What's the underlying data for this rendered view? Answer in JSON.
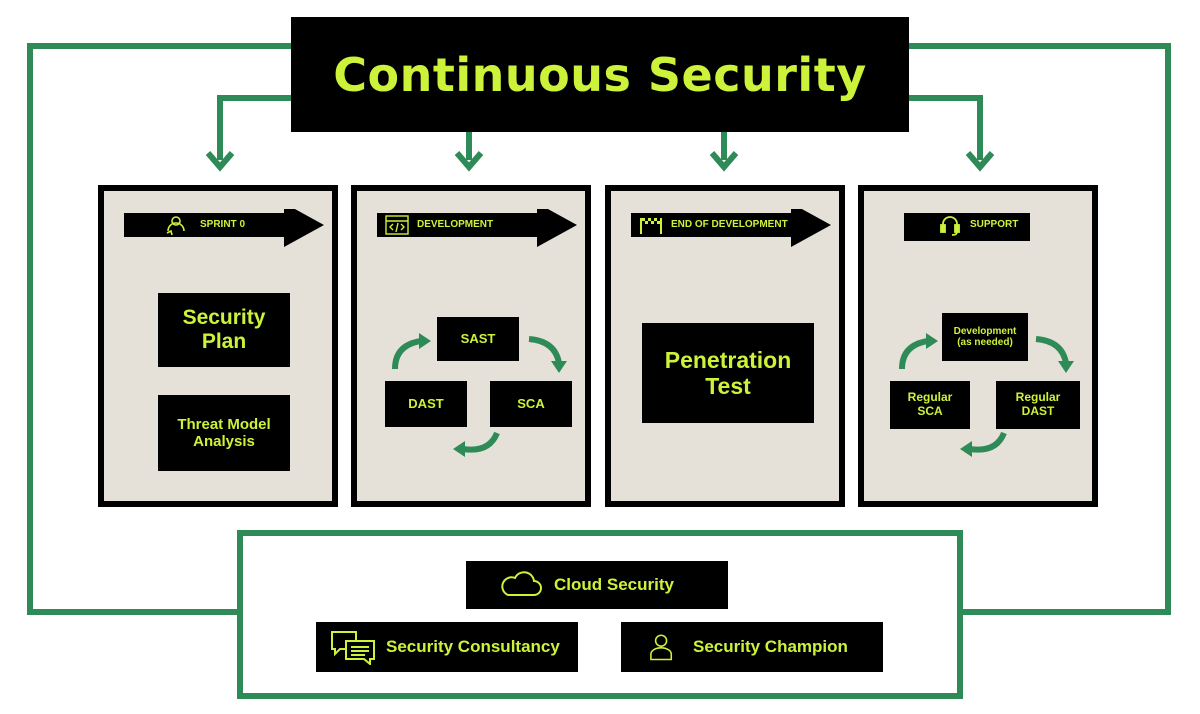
{
  "title": "Continuous Security",
  "colors": {
    "accent": "#cdf23a",
    "frame": "#2e8b57",
    "panel": "#e6e1d8",
    "box": "#000000"
  },
  "phases": [
    {
      "label": "SPRINT 0",
      "icon": "cycle-person-icon",
      "items": [
        "Security Plan",
        "Threat Model Analysis"
      ]
    },
    {
      "label": "DEVELOPMENT",
      "icon": "code-window-icon",
      "items": [
        "SAST",
        "SCA",
        "DAST"
      ]
    },
    {
      "label": "END OF DEVELOPMENT",
      "icon": "finish-line-icon",
      "items": [
        "Penetration Test"
      ]
    },
    {
      "label": "SUPPORT",
      "icon": "headset-icon",
      "items": [
        "Development (as needed)",
        "Regular DAST",
        "Regular SCA"
      ]
    }
  ],
  "services": [
    {
      "label": "Cloud Security",
      "icon": "cloud-icon"
    },
    {
      "label": "Security Consultancy",
      "icon": "chat-bubbles-icon"
    },
    {
      "label": "Security Champion",
      "icon": "person-icon"
    }
  ]
}
